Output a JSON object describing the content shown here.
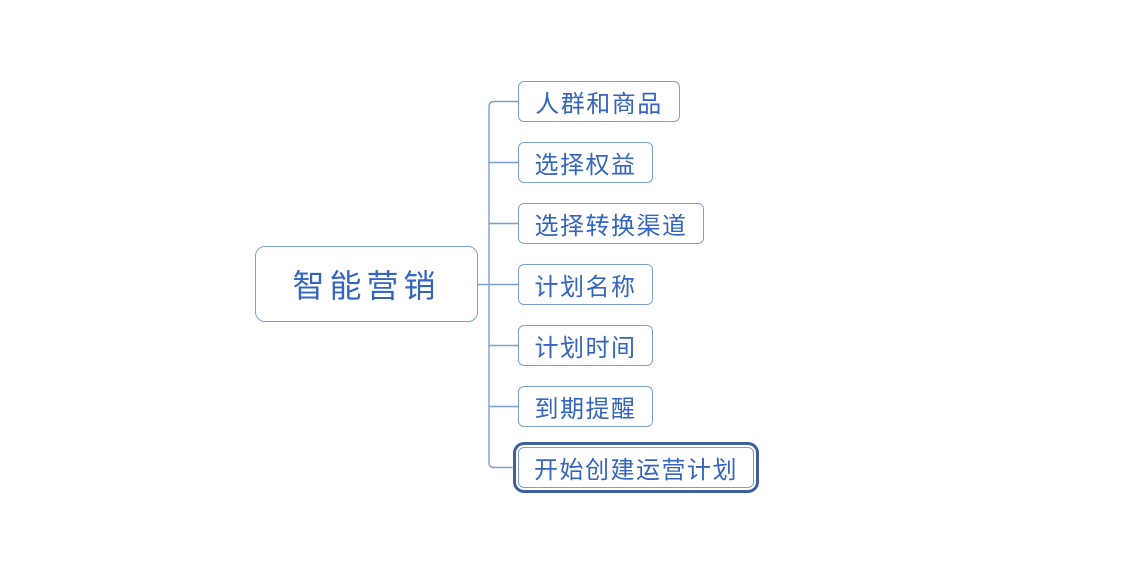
{
  "mindmap": {
    "root": {
      "label": "智能营销"
    },
    "children": [
      {
        "label": "人群和商品",
        "selected": false
      },
      {
        "label": "选择权益",
        "selected": false
      },
      {
        "label": "选择转换渠道",
        "selected": false
      },
      {
        "label": "计划名称",
        "selected": false
      },
      {
        "label": "计划时间",
        "selected": false
      },
      {
        "label": "到期提醒",
        "selected": false
      },
      {
        "label": "开始创建运营计划",
        "selected": true
      }
    ],
    "colors": {
      "background": "#ffffff",
      "node_border": "#7da0d4",
      "node_text": "#3465c0",
      "connector": "#7da0d4",
      "selected_ring": "#3f5f9e"
    }
  }
}
